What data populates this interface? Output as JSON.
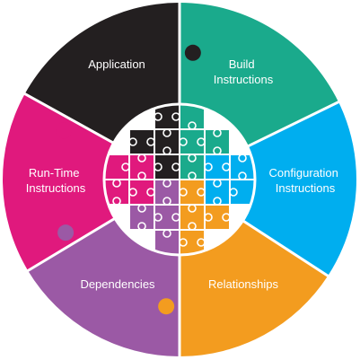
{
  "diagram": {
    "segments": [
      {
        "key": "application",
        "lines": [
          "Application"
        ],
        "color": "#231f20"
      },
      {
        "key": "build",
        "lines": [
          "Build",
          "Instructions"
        ],
        "color": "#1aaa8c"
      },
      {
        "key": "configuration",
        "lines": [
          "Configuration",
          "Instructions"
        ],
        "color": "#00aeef"
      },
      {
        "key": "relationships",
        "lines": [
          "Relationships"
        ],
        "color": "#f39c1f"
      },
      {
        "key": "dependencies",
        "lines": [
          "Dependencies"
        ],
        "color": "#9b59a5"
      },
      {
        "key": "runtime",
        "lines": [
          "Run-Time",
          "Instructions"
        ],
        "color": "#e0197d"
      }
    ],
    "center": {
      "icon": "puzzle-pieces-icon",
      "grid_lines": "#ffffff"
    }
  }
}
